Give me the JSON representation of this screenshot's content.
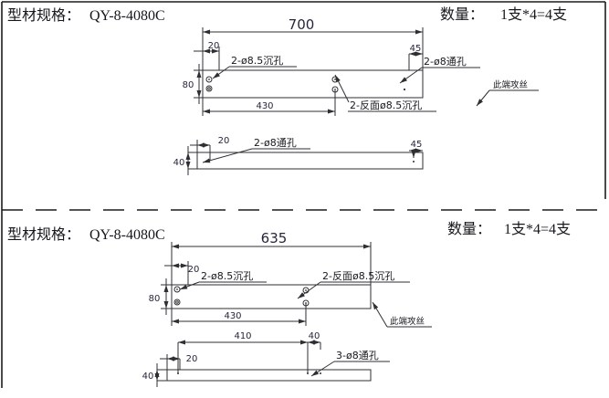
{
  "colors": {
    "line": "#2f2f33",
    "text": "#17171d",
    "dim_text": "#26263c"
  },
  "sections": [
    {
      "spec_label": "型材规格：",
      "spec_value": "QY-8-4080C",
      "qty_label": "数量：",
      "qty_value": "1支*4=4支",
      "plan": {
        "length": "700",
        "edge_offset": "20",
        "width": "80",
        "hole_span": "430",
        "right_offset": "45",
        "counterbore": "2-ø8.5沉孔",
        "back_counterbore": "2-反面ø8.5沉孔",
        "through": "2-ø8通孔",
        "tap_note": "此端攻丝"
      },
      "side": {
        "edge_offset": "20",
        "height": "40",
        "right_offset": "45",
        "through": "2-ø8通孔"
      }
    },
    {
      "spec_label": "型材规格：",
      "spec_value": "QY-8-4080C",
      "qty_label": "数量：",
      "qty_value": "1支*4=4支",
      "plan": {
        "length": "635",
        "edge_offset": "20",
        "width": "80",
        "hole_span": "430",
        "counterbore": "2-ø8.5沉孔",
        "back_counterbore": "2-反面ø8.5沉孔",
        "tap_note": "此端攻丝"
      },
      "side": {
        "span": "410",
        "span2": "40",
        "edge_offset": "20",
        "height": "40",
        "through": "3-ø8通孔"
      }
    }
  ]
}
